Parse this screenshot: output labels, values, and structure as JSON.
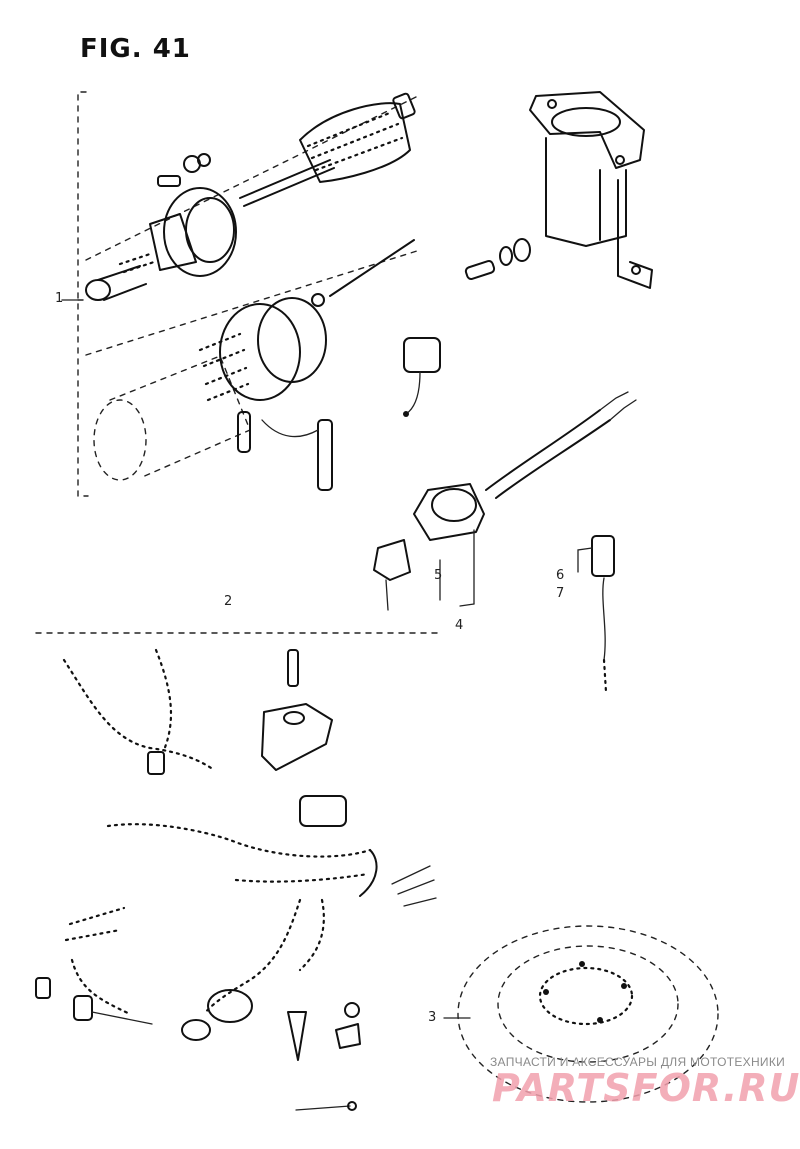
{
  "figure": {
    "title": "FIG. 41"
  },
  "callouts": [
    {
      "id": "1",
      "label": "1"
    },
    {
      "id": "2",
      "label": "2"
    },
    {
      "id": "3",
      "label": "3"
    },
    {
      "id": "4",
      "label": "4"
    },
    {
      "id": "5",
      "label": "5"
    },
    {
      "id": "6",
      "label": "6"
    },
    {
      "id": "7",
      "label": "7"
    }
  ],
  "watermark": {
    "tagline": "ЗАПЧАСТИ И АКСЕССУАРЫ ДЛЯ МОТОТЕХНИКИ",
    "logo_text": "PARTSFOR.RU"
  },
  "colors": {
    "line": "#111111",
    "watermark": "#f2a0ad",
    "background": "#ffffff"
  }
}
